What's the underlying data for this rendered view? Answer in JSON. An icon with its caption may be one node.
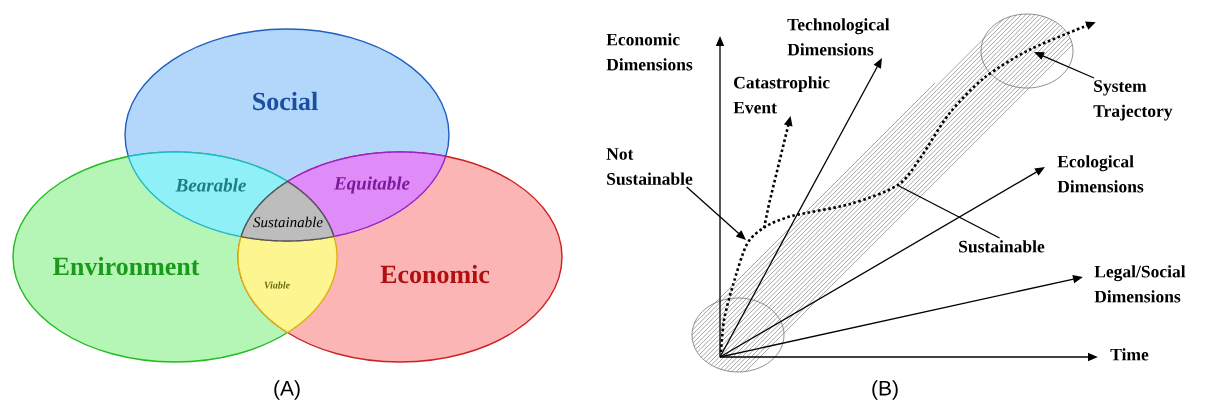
{
  "diagram": {
    "nodes": [
      {
        "text": [
          "Social"
        ]
      },
      {
        "text": [
          "Environment"
        ]
      },
      {
        "text": [
          "Economic"
        ]
      },
      {
        "text": [
          "Bearable"
        ]
      },
      {
        "text": [
          "Equitable"
        ]
      },
      {
        "text": [
          "Sustainable"
        ]
      },
      {
        "text": [
          "Viable"
        ]
      },
      {
        "text": [
          "Not Sustainable"
        ]
      },
      {
        "text": [
          "Catastrophic Event"
        ]
      },
      {
        "text": [
          "System Trajectory"
        ]
      },
      {
        "text": [
          "Sustainable"
        ]
      }
    ],
    "edges": [
      {
        "from": 7,
        "to": null,
        "arrow": "to"
      },
      {
        "from": null,
        "to": 8,
        "arrow": "to",
        "style": "dashed"
      },
      {
        "from": 9,
        "to": null,
        "arrow": "to"
      },
      {
        "from": 10,
        "to": null,
        "arrow": "none"
      }
    ],
    "labels": [
      "(A)",
      "Economic Dimensions",
      "Technological Dimensions",
      "Ecological Dimensions",
      "Legal/Social Dimensions",
      "Time",
      "(B)"
    ]
  }
}
